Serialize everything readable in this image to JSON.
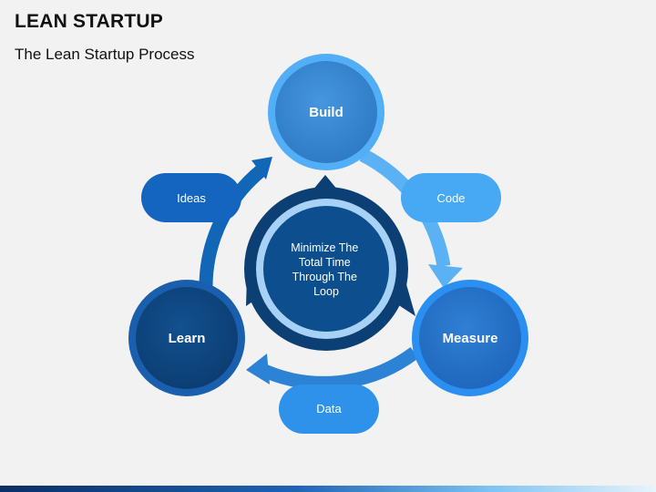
{
  "header": {
    "title": "LEAN STARTUP",
    "subtitle": "The Lean Startup Process"
  },
  "diagram": {
    "center_lines": [
      "Minimize The",
      "Total Time",
      "Through The",
      "Loop"
    ],
    "nodes": {
      "build": "Build",
      "measure": "Measure",
      "learn": "Learn"
    },
    "pills": {
      "ideas": "Ideas",
      "code": "Code",
      "data": "Data"
    }
  },
  "colors": {
    "build": "#3c8ad6",
    "measure": "#2f7dd6",
    "learn": "#0f4f94",
    "ring_dark": "#0c3f74",
    "ring_light": "#a7d2f5",
    "arrow_light": "#5ab2f4",
    "arrow_mid": "#2c83d6",
    "arrow_dark": "#1266b6"
  }
}
